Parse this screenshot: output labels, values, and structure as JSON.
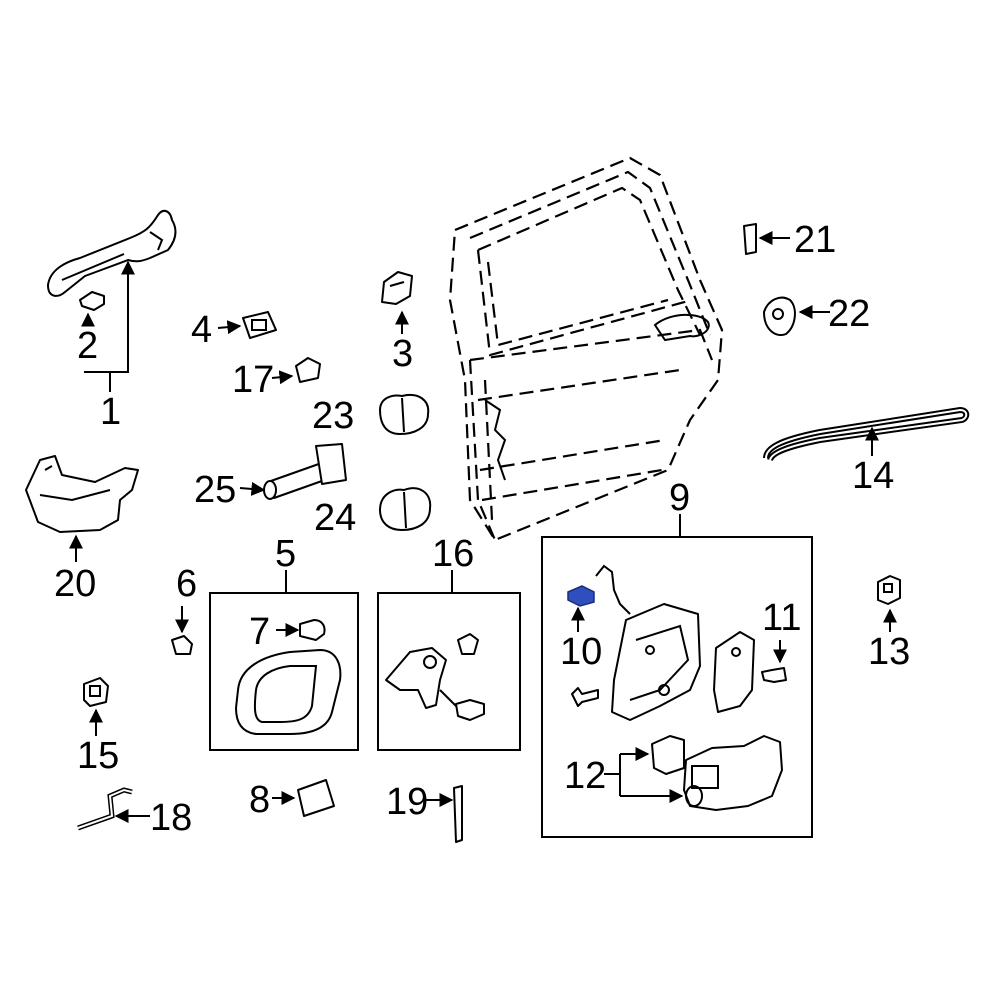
{
  "callouts": {
    "c1": "1",
    "c2": "2",
    "c3": "3",
    "c4": "4",
    "c5": "5",
    "c6": "6",
    "c7": "7",
    "c8": "8",
    "c9": "9",
    "c10": "10",
    "c11": "11",
    "c12": "12",
    "c13": "13",
    "c14": "14",
    "c15": "15",
    "c16": "16",
    "c17": "17",
    "c18": "18",
    "c19": "19",
    "c20": "20",
    "c21": "21",
    "c22": "22",
    "c23": "23",
    "c24": "24",
    "c25": "25"
  },
  "colors": {
    "highlight": "#2f4fbf",
    "line": "#000000",
    "background": "#ffffff"
  }
}
